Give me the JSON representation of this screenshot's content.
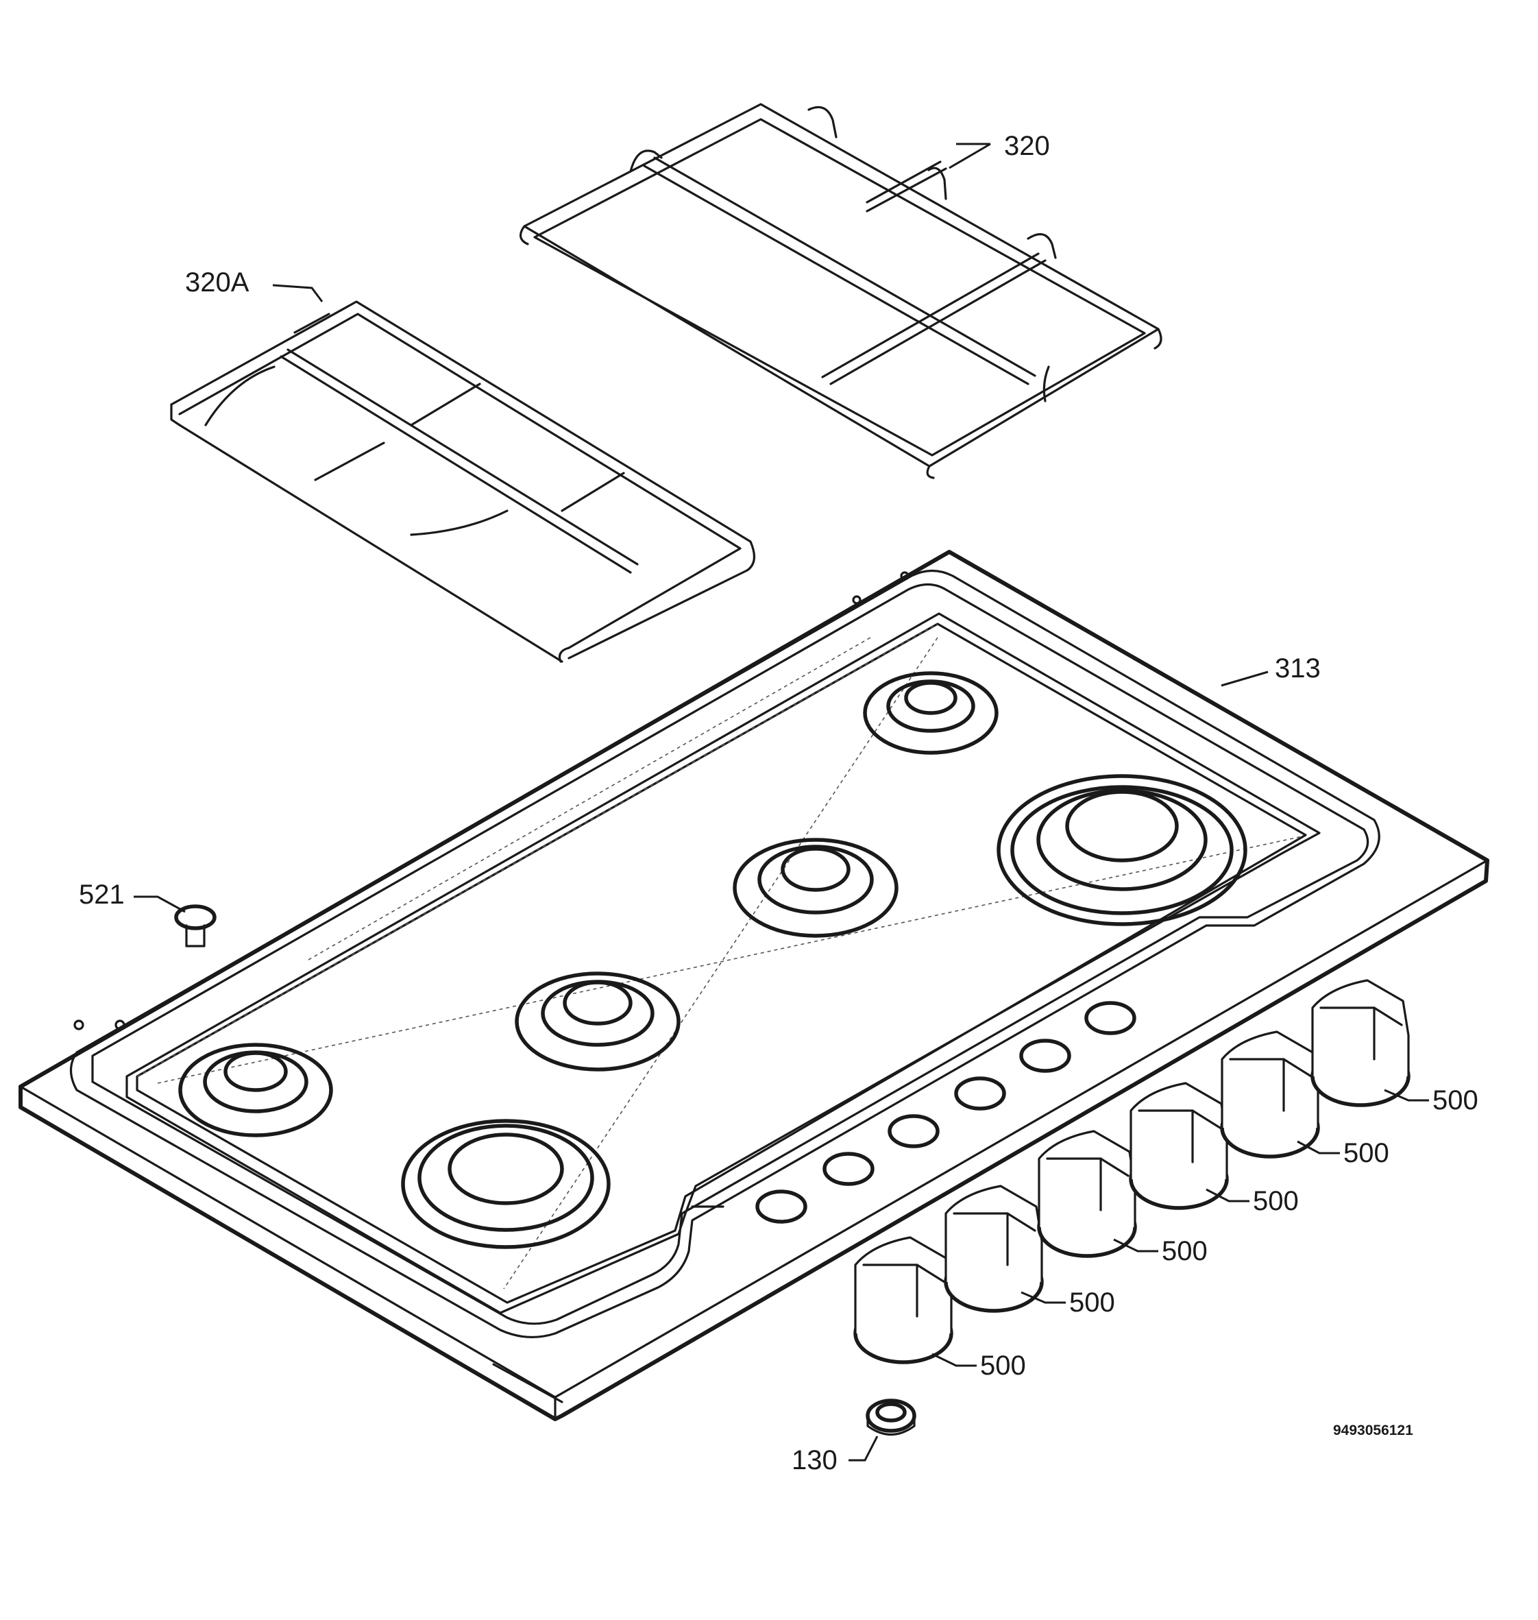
{
  "diagram": {
    "labels": {
      "grid_large": "320",
      "grid_small": "320A",
      "hob_top": "313",
      "fixing_bolt": "521",
      "knob": "500",
      "bushing": "130"
    },
    "document_number": "9493056121"
  }
}
